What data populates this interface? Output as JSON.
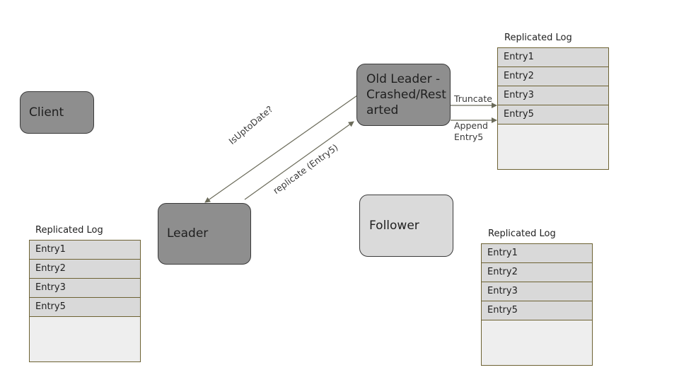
{
  "nodes": {
    "client": "Client",
    "leader": "Leader",
    "old_leader": "Old Leader -\nCrashed/Rest\narted",
    "follower": "Follower"
  },
  "edges": {
    "is_up_to_date": "IsUptoDate?",
    "replicate": "replicate (Entry5)",
    "truncate": "Truncate",
    "append": "Append\nEntry5"
  },
  "logs": {
    "top": {
      "title": "Replicated Log",
      "entries": [
        "Entry1",
        "Entry2",
        "Entry3",
        "Entry5"
      ]
    },
    "left": {
      "title": "Replicated Log",
      "entries": [
        "Entry1",
        "Entry2",
        "Entry3",
        "Entry5"
      ]
    },
    "right": {
      "title": "Replicated Log",
      "entries": [
        "Entry1",
        "Entry2",
        "Entry3",
        "Entry5"
      ]
    }
  },
  "colors": {
    "dark_node": "#8e8e8e",
    "light_node": "#dadada",
    "log_fill": "#eeeeee",
    "log_row": "#d9d9d9",
    "log_border": "#6d6233",
    "arrow": "#6b6b5a"
  }
}
